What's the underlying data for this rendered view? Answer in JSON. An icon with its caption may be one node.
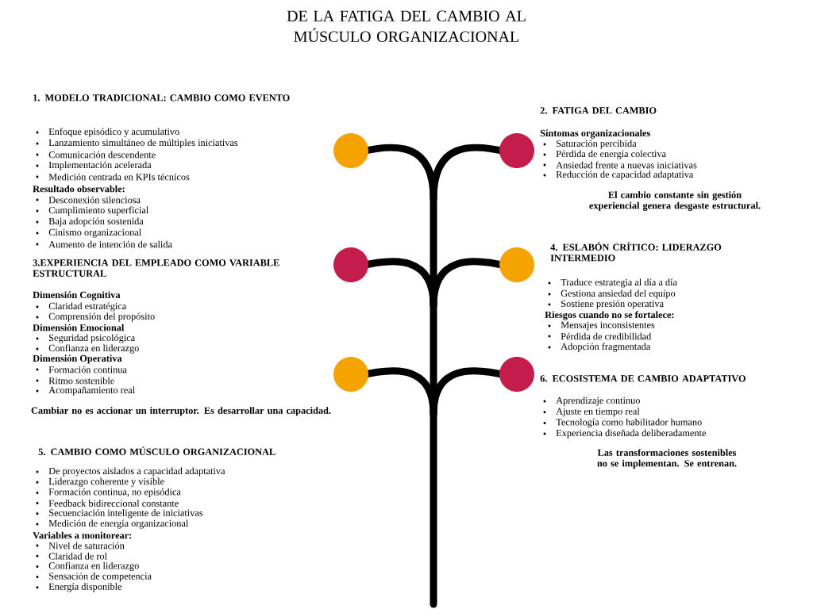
{
  "diagram": {
    "title": "DE LA FATIGA DEL CAMBIO AL MÚSCULO ORGANIZACIONAL",
    "labels": [
      "1. MODELO TRADICIONAL: CAMBIO COMO EVENTO",
      "Enfoque episódico y acumulativo",
      "Lanzamiento simultáneo de múltiples iniciativas",
      "Comunicación descendente",
      "Implementación acelerada",
      "Medición centrada en KPIs técnicos",
      "Resultado observable:",
      "Desconexión silenciosa",
      "Cumplimiento superficial",
      "Baja adopción sostenida",
      "Cinismo organizacional",
      "Aumento de intención de salida",
      "2. FATIGA DEL CAMBIO",
      "Síntomas organizacionales",
      "Saturación percibida",
      "Pérdida de energía colectiva",
      "Ansiedad frente a nuevas iniciativas",
      "Reducción de capacidad adaptativa",
      "El cambio constante sin gestión experiencial genera desgaste estructural.",
      "3.EXPERIENCIA DEL EMPLEADO COMO VARIABLE ESTRUCTURAL",
      "Dimensión Cognitiva",
      "Claridad estratégica",
      "Comprensión del propósito",
      "Dimensión Emocional",
      "Seguridad psicológica",
      "Confianza en liderazgo",
      "Dimensión Operativa",
      "Formación continua",
      "Ritmo sostenible",
      "Acompañamiento real",
      "Cambiar no es accionar un interruptor. Es desarrollar una capacidad.",
      "4. ESLABÓN CRÍTICO: LIDERAZGO INTERMEDIO",
      "Traduce estrategia al día a día",
      "Gestiona ansiedad del equipo",
      "Sostiene presión operativa",
      "Riesgos cuando no se fortalece:",
      "Mensajes inconsistentes",
      "Pérdida de credibilidad",
      "Adopción fragmentada",
      "5. CAMBIO COMO MÚSCULO ORGANIZACIONAL",
      "De proyectos aislados a capacidad adaptativa",
      "Liderazgo coherente y visible",
      "Formación continua, no episódica",
      "Feedback bidireccional constante",
      "Secuenciación inteligente de iniciativas",
      "Medición de energía organizacional",
      "Variables a monitorear:",
      "Nivel de saturación",
      "Claridad de rol",
      "Confianza en liderazgo",
      "Sensación de competencia",
      "Energía disponible",
      "6. ECOSISTEMA DE CAMBIO ADAPTATIVO",
      "Aprendizaje continuo",
      "Ajuste en tiempo real",
      "Tecnología como habilitador humano",
      "Experiencia diseñada deliberadamente",
      "Las transformaciones sostenibles no se implementan. Se entrenan."
    ]
  }
}
